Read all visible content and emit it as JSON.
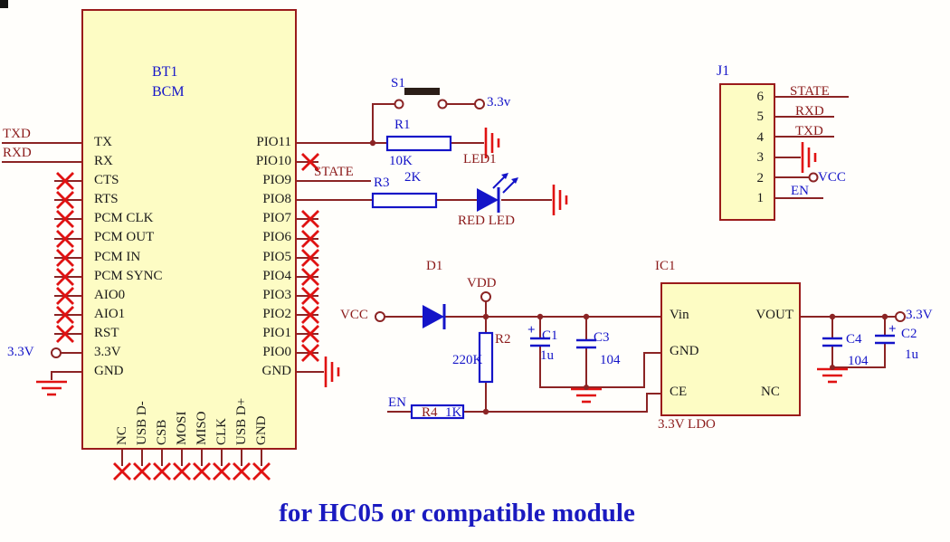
{
  "title": "for HC05 or compatible module",
  "bt1": {
    "ref": "BT1",
    "part": "BCM",
    "left_pins": [
      "TX",
      "RX",
      "CTS",
      "RTS",
      "PCM CLK",
      "PCM OUT",
      "PCM IN",
      "PCM SYNC",
      "AIO0",
      "AIO1",
      "RST",
      "3.3V",
      "GND"
    ],
    "right_pins": [
      "PIO11",
      "PIO10",
      "PIO9",
      "PIO8",
      "PIO7",
      "PIO6",
      "PIO5",
      "PIO4",
      "PIO3",
      "PIO2",
      "PIO1",
      "PIO0",
      "GND"
    ],
    "bottom_pins": [
      "NC",
      "USB D-",
      "CSB",
      "MOSI",
      "MISO",
      "CLK",
      "USB D+",
      "GND"
    ]
  },
  "nets": {
    "txd": "TXD",
    "rxd": "RXD",
    "v33_left": "3.3V",
    "state": "STATE",
    "v33_key": "3.3v",
    "vcc": "VCC",
    "vdd": "VDD",
    "en": "EN",
    "v33_out": "3.3V"
  },
  "parts": {
    "s1": "S1",
    "r1": "R1",
    "r1_val": "10K",
    "r3": "R3",
    "r3_val": "2K",
    "led1": "LED1",
    "led1_desc": "RED LED",
    "d1": "D1",
    "r2": "R2",
    "r2_val": "220K",
    "c1": "C1",
    "c1_val": "1u",
    "c1_plus": "+",
    "c3": "C3",
    "c3_val": "104",
    "r4": "R4",
    "r4_val": "1K",
    "c4": "C4",
    "c4_val": "104",
    "c2": "C2",
    "c2_val": "1u",
    "c2_plus": "+",
    "ic1": "IC1",
    "ic1_desc": "3.3V LDO"
  },
  "ic1_pins": {
    "vin": "Vin",
    "vout": "VOUT",
    "gnd": "GND",
    "ce": "CE",
    "nc": "NC"
  },
  "j1": {
    "ref": "J1",
    "pins": [
      "6",
      "5",
      "4",
      "3",
      "2",
      "1"
    ],
    "state": "STATE",
    "rxd": "RXD",
    "txd": "TXD",
    "vcc": "VCC",
    "en": "EN"
  },
  "colors": {
    "wire": "#8b2424",
    "accent_red": "#e01212",
    "symbol_blue": "#1414c8",
    "maroon_text": "#8b1a1a",
    "box_fill": "#fdfcc4",
    "box_border": "#9a1b1b",
    "title_blue": "#1a1ac0"
  }
}
